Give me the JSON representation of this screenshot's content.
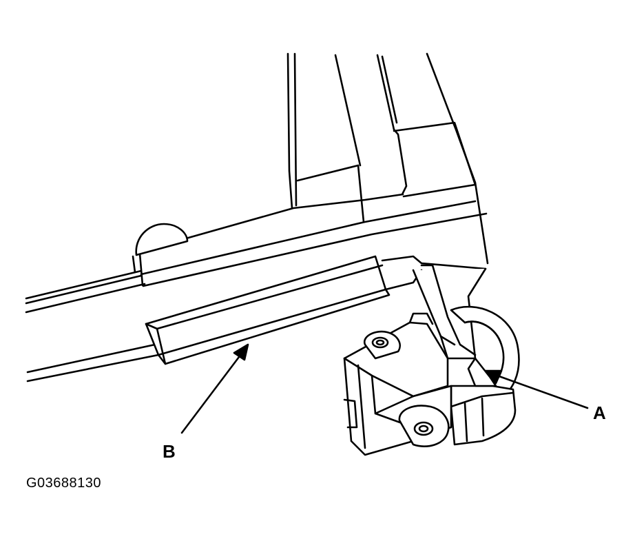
{
  "figure": {
    "figure_id": "G03688130",
    "callouts": [
      {
        "key": "a",
        "letter": "A",
        "points_to": "clip-body"
      },
      {
        "key": "b",
        "letter": "B",
        "points_to": "rail-strip"
      }
    ]
  },
  "colors": {
    "line": "#000000",
    "fill": "#ffffff"
  }
}
